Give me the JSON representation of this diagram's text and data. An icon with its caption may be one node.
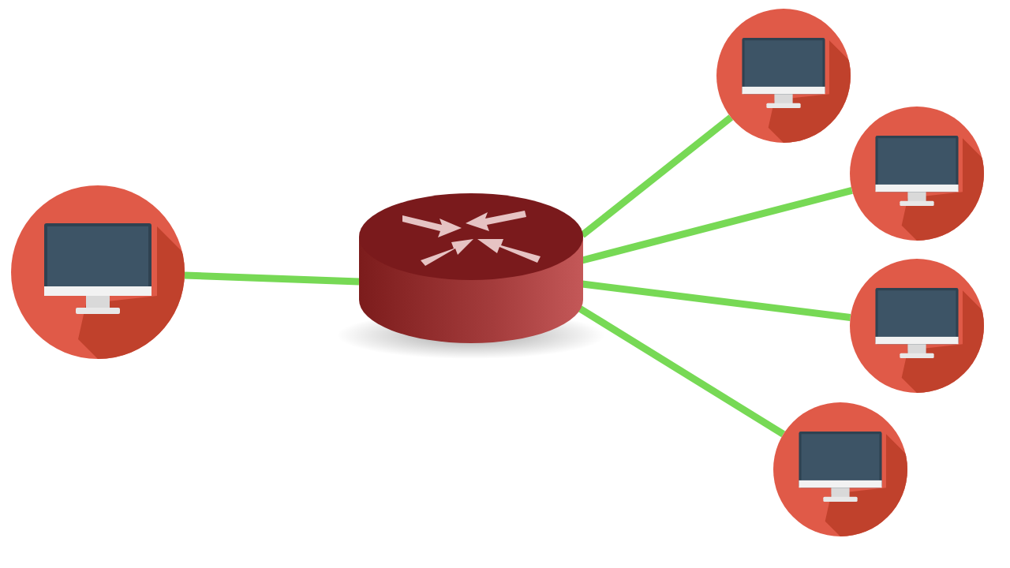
{
  "diagram": {
    "nodes": [
      {
        "text": [],
        "shape": "circle"
      },
      {
        "text": [],
        "shape": "cylinder"
      },
      {
        "text": [],
        "shape": "circle"
      },
      {
        "text": [],
        "shape": "circle"
      },
      {
        "text": [],
        "shape": "circle"
      },
      {
        "text": [],
        "shape": "circle"
      }
    ],
    "edges": [
      {
        "from": 0,
        "to": 1,
        "arrow": "none"
      },
      {
        "from": 1,
        "to": 2,
        "arrow": "none"
      },
      {
        "from": 1,
        "to": 3,
        "arrow": "none"
      },
      {
        "from": 1,
        "to": 4,
        "arrow": "none"
      },
      {
        "from": 1,
        "to": 5,
        "arrow": "none"
      }
    ]
  }
}
